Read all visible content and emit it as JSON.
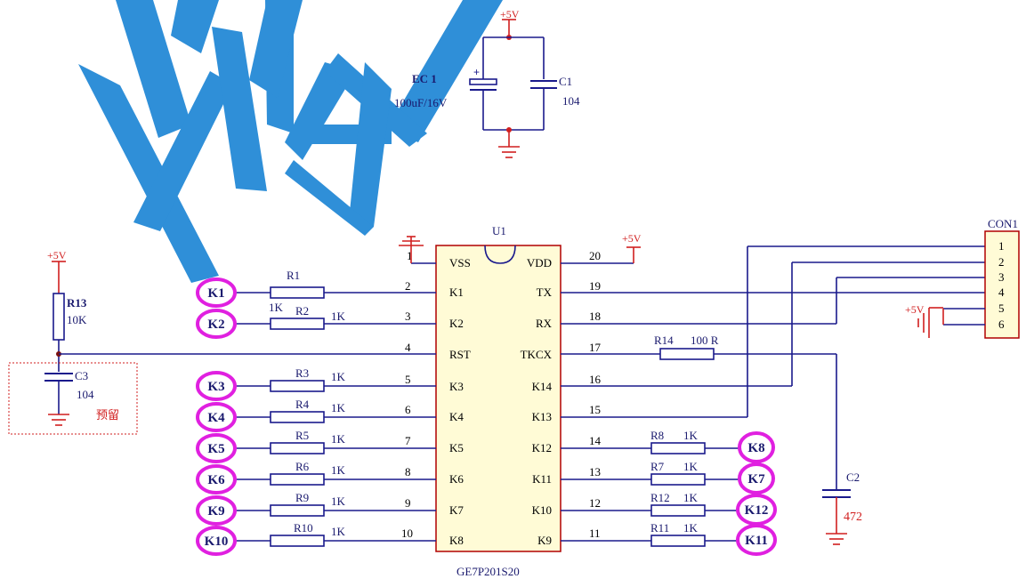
{
  "supply": {
    "vcc": "+5V"
  },
  "ec1": {
    "ref": "EC 1",
    "value": "100uF/16V",
    "plus": "+"
  },
  "c1": {
    "ref": "C1",
    "value": "104"
  },
  "c2": {
    "ref": "C2",
    "value": "472"
  },
  "c3": {
    "ref": "C3",
    "value": "104",
    "note": "预留"
  },
  "r13": {
    "ref": "R13",
    "value": "10K"
  },
  "r14": {
    "ref": "R14",
    "value": "100 R"
  },
  "u1": {
    "ref": "U1",
    "part": "GE7P201S20",
    "left_pins": [
      {
        "num": "1",
        "name": "VSS"
      },
      {
        "num": "2",
        "name": "K1"
      },
      {
        "num": "3",
        "name": "K2"
      },
      {
        "num": "4",
        "name": "RST"
      },
      {
        "num": "5",
        "name": "K3"
      },
      {
        "num": "6",
        "name": "K4"
      },
      {
        "num": "7",
        "name": "K5"
      },
      {
        "num": "8",
        "name": "K6"
      },
      {
        "num": "9",
        "name": "K7"
      },
      {
        "num": "10",
        "name": "K8"
      }
    ],
    "right_pins": [
      {
        "num": "20",
        "name": "VDD"
      },
      {
        "num": "19",
        "name": "TX"
      },
      {
        "num": "18",
        "name": "RX"
      },
      {
        "num": "17",
        "name": "TKCX"
      },
      {
        "num": "16",
        "name": "K14"
      },
      {
        "num": "15",
        "name": "K13"
      },
      {
        "num": "14",
        "name": "K12"
      },
      {
        "num": "13",
        "name": "K11"
      },
      {
        "num": "12",
        "name": "K10"
      },
      {
        "num": "11",
        "name": "K9"
      }
    ]
  },
  "left_keys": [
    {
      "key": "K1",
      "res": "R1",
      "val": ""
    },
    {
      "key": "K2",
      "res": "R2",
      "val": "1K",
      "val2": "1K"
    },
    {
      "key": "K3",
      "res": "R3",
      "val": "1K"
    },
    {
      "key": "K4",
      "res": "R4",
      "val": "1K"
    },
    {
      "key": "K5",
      "res": "R5",
      "val": "1K"
    },
    {
      "key": "K6",
      "res": "R6",
      "val": "1K"
    },
    {
      "key": "K9",
      "res": "R9",
      "val": "1K"
    },
    {
      "key": "K10",
      "res": "R10",
      "val": "1K"
    }
  ],
  "right_keys": [
    {
      "key": "K8",
      "res": "R8",
      "val": "1K"
    },
    {
      "key": "K7",
      "res": "R7",
      "val": "1K"
    },
    {
      "key": "K12",
      "res": "R12",
      "val": "1K"
    },
    {
      "key": "K11",
      "res": "R11",
      "val": "1K"
    }
  ],
  "con1": {
    "ref": "CON1",
    "pins": [
      "1",
      "2",
      "3",
      "4",
      "5",
      "6"
    ]
  },
  "colors": {
    "wire": "#1a1a8c",
    "power": "#d11f1f",
    "key_ring": "#e020e0",
    "watermark": "#2f8fd8"
  }
}
